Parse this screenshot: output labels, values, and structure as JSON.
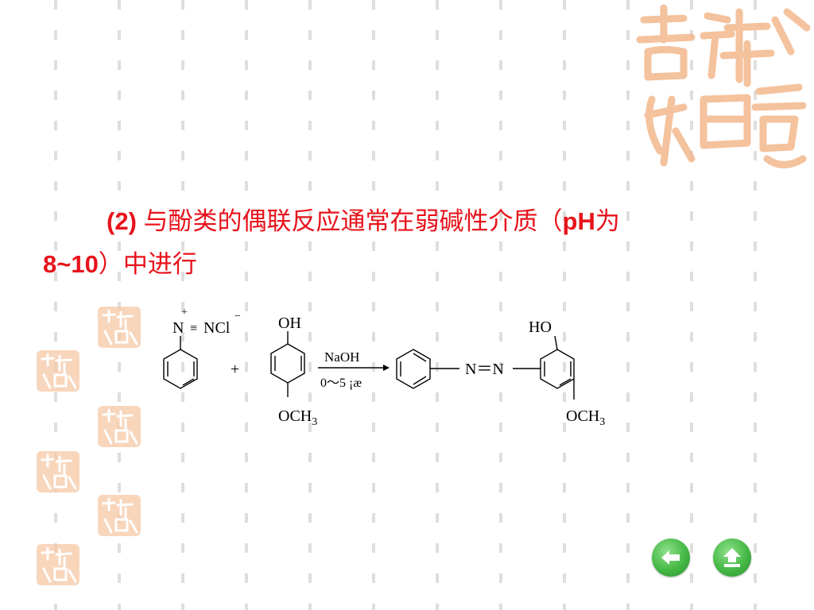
{
  "slide": {
    "title_label": "(2)",
    "title_cn1": "与酚类的偶联反应通常在弱碱性介质（",
    "title_ph": "pH",
    "title_cn2": "为",
    "title_range": "8~10",
    "title_cn3": "）中进行"
  },
  "reaction": {
    "diazonium_n_plus": "+",
    "diazonium_n": "N",
    "diazonium_triple": "≡",
    "diazonium_ncl": "NCl",
    "diazonium_minus": "−",
    "plus_sign": "+",
    "phenol_oh": "OH",
    "phenol_och3": "OCH",
    "phenol_sub": "3",
    "reagent": "NaOH",
    "condition": "0～5 ¡æ",
    "azo": "N＝N",
    "product_ho": "HO",
    "product_och3": "OCH",
    "product_sub": "3"
  },
  "nav": {
    "back_icon": "arrow-left-icon",
    "home_icon": "arrow-up-icon"
  },
  "colors": {
    "title": "#e8131b",
    "seal": "#f3b88d",
    "nav_button": "#45b845"
  }
}
